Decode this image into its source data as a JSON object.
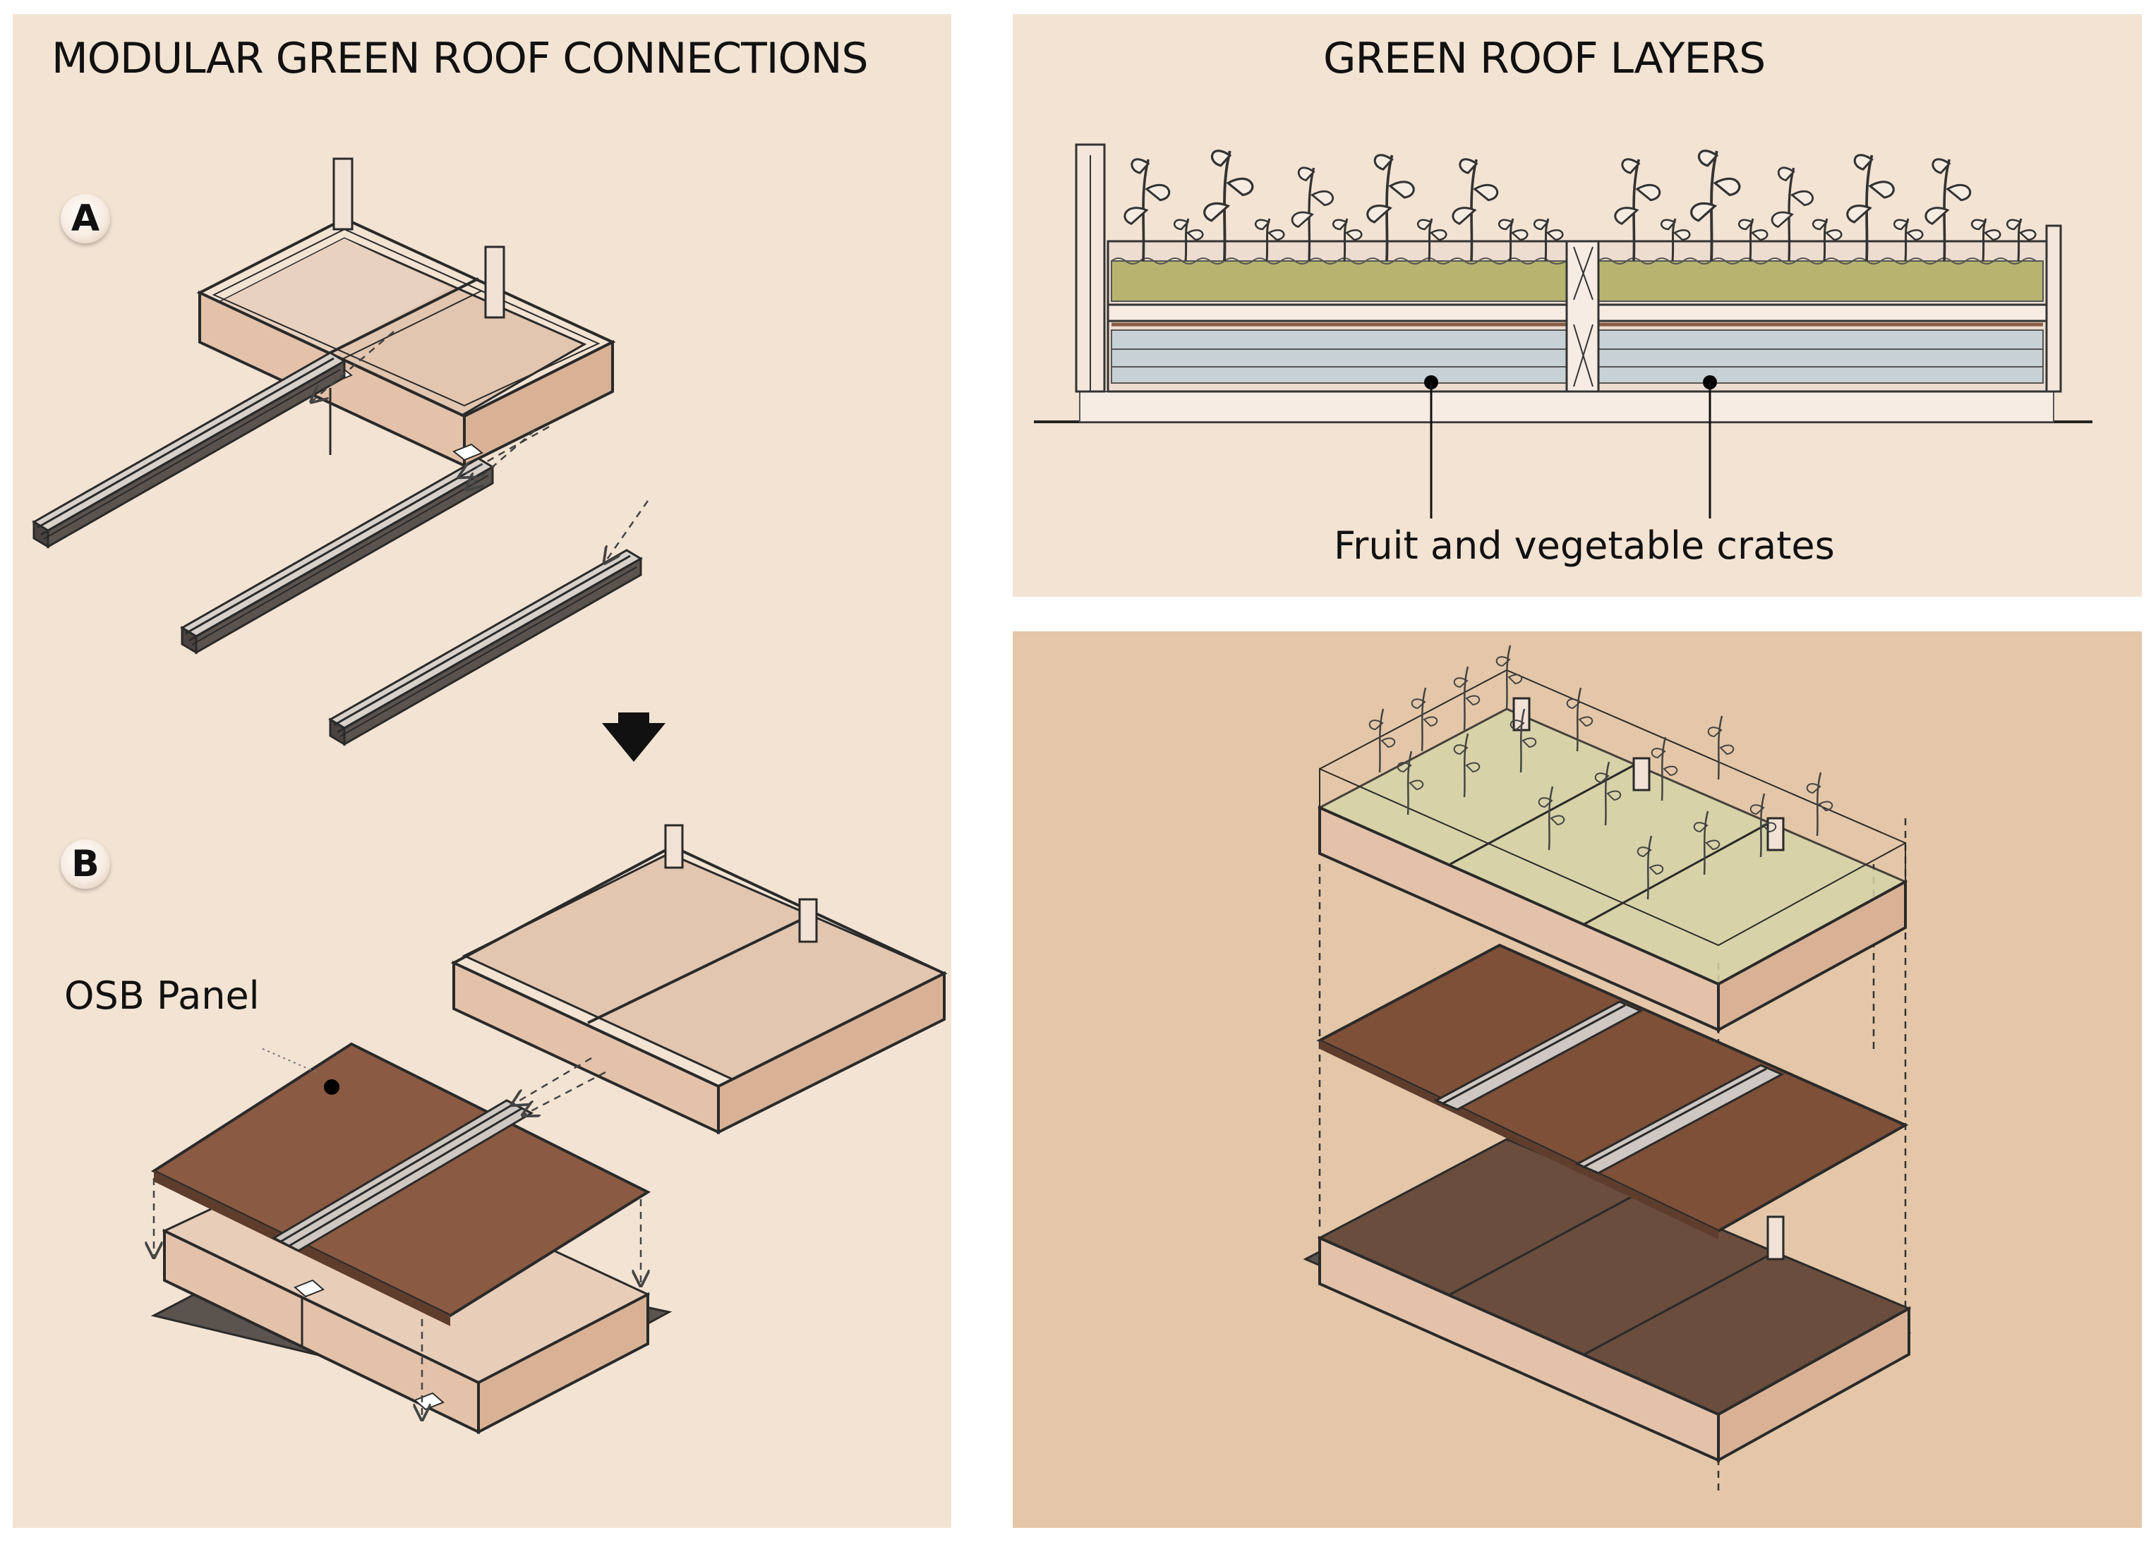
{
  "left_panel": {
    "title": "MODULAR GREEN ROOF CONNECTIONS",
    "step_a_badge": "A",
    "step_b_badge": "B",
    "osb_label": "OSB Panel"
  },
  "top_right_panel": {
    "title": "GREEN ROOF LAYERS",
    "crates_label": "Fruit and vegetable crates"
  },
  "colors": {
    "panel_background": "#f3e3d3",
    "axonometric_background": "#e4c7a8",
    "crate_wood": "#e6c6ae",
    "crate_floor": "#e8cdb9",
    "osb_panel": "#8a5a42",
    "growing_medium": "#b6b46e",
    "drainage_layer": "#c7d1d6",
    "rail": "#6a625c"
  }
}
